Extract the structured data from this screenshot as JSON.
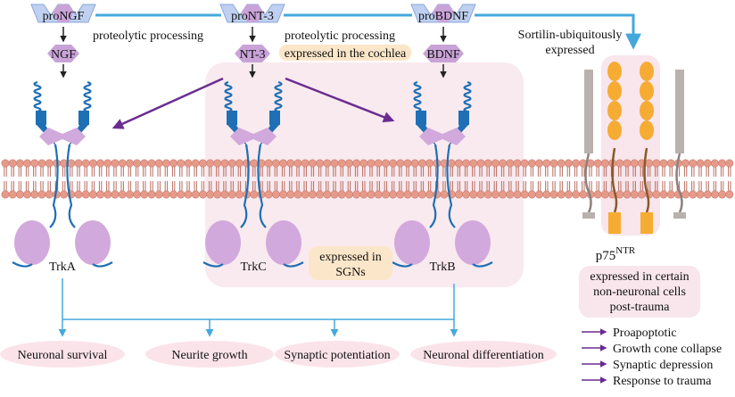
{
  "colors": {
    "prohormone": "#bfd0f0",
    "neurotrophin": "#c9a3d8",
    "receptor_blue": "#1f6fb5",
    "kinase": "#d2a9dc",
    "membrane_head": "#e69a8a",
    "membrane_tail": "#b86e62",
    "highlight_bg": "#f8e6ec",
    "label_bg": "#fbe6c9",
    "arrow_blue": "#45a8dc",
    "arrow_purple": "#6b2c91",
    "p75_orange": "#f6ab33",
    "sortilin_gray": "#b9b1ae",
    "outcome_fill": "#fbe3ea"
  },
  "precursors": {
    "proNGF": "proNGF",
    "proNT3": "proNT-3",
    "proBDNF": "proBDNF"
  },
  "mature": {
    "NGF": "NGF",
    "NT3": "NT-3",
    "BDNF": "BDNF"
  },
  "labels": {
    "proteolytic_1": "proteolytic processing",
    "proteolytic_2": "proteolytic processing",
    "cochlea": "expressed in the cochlea",
    "sortilin_line1": "Sortilin-ubiquitously",
    "sortilin_line2": "expressed",
    "trkA": "TrkA",
    "trkC": "TrkC",
    "trkB": "TrkB",
    "sgn_line1": "expressed in",
    "sgn_line2": "SGNs",
    "p75_base": "p75",
    "p75_sup": "NTR",
    "nonneuronal_line1": "expressed in certain",
    "nonneuronal_line2": "non-neuronal cells",
    "nonneuronal_line3": "post-trauma"
  },
  "outcomes": [
    "Neuronal survival",
    "Neurite growth",
    "Synaptic potentiation",
    "Neuronal differentiation"
  ],
  "p75_outcomes": [
    "Proapoptotic",
    "Growth cone collapse",
    "Synaptic depression",
    "Response to trauma"
  ]
}
